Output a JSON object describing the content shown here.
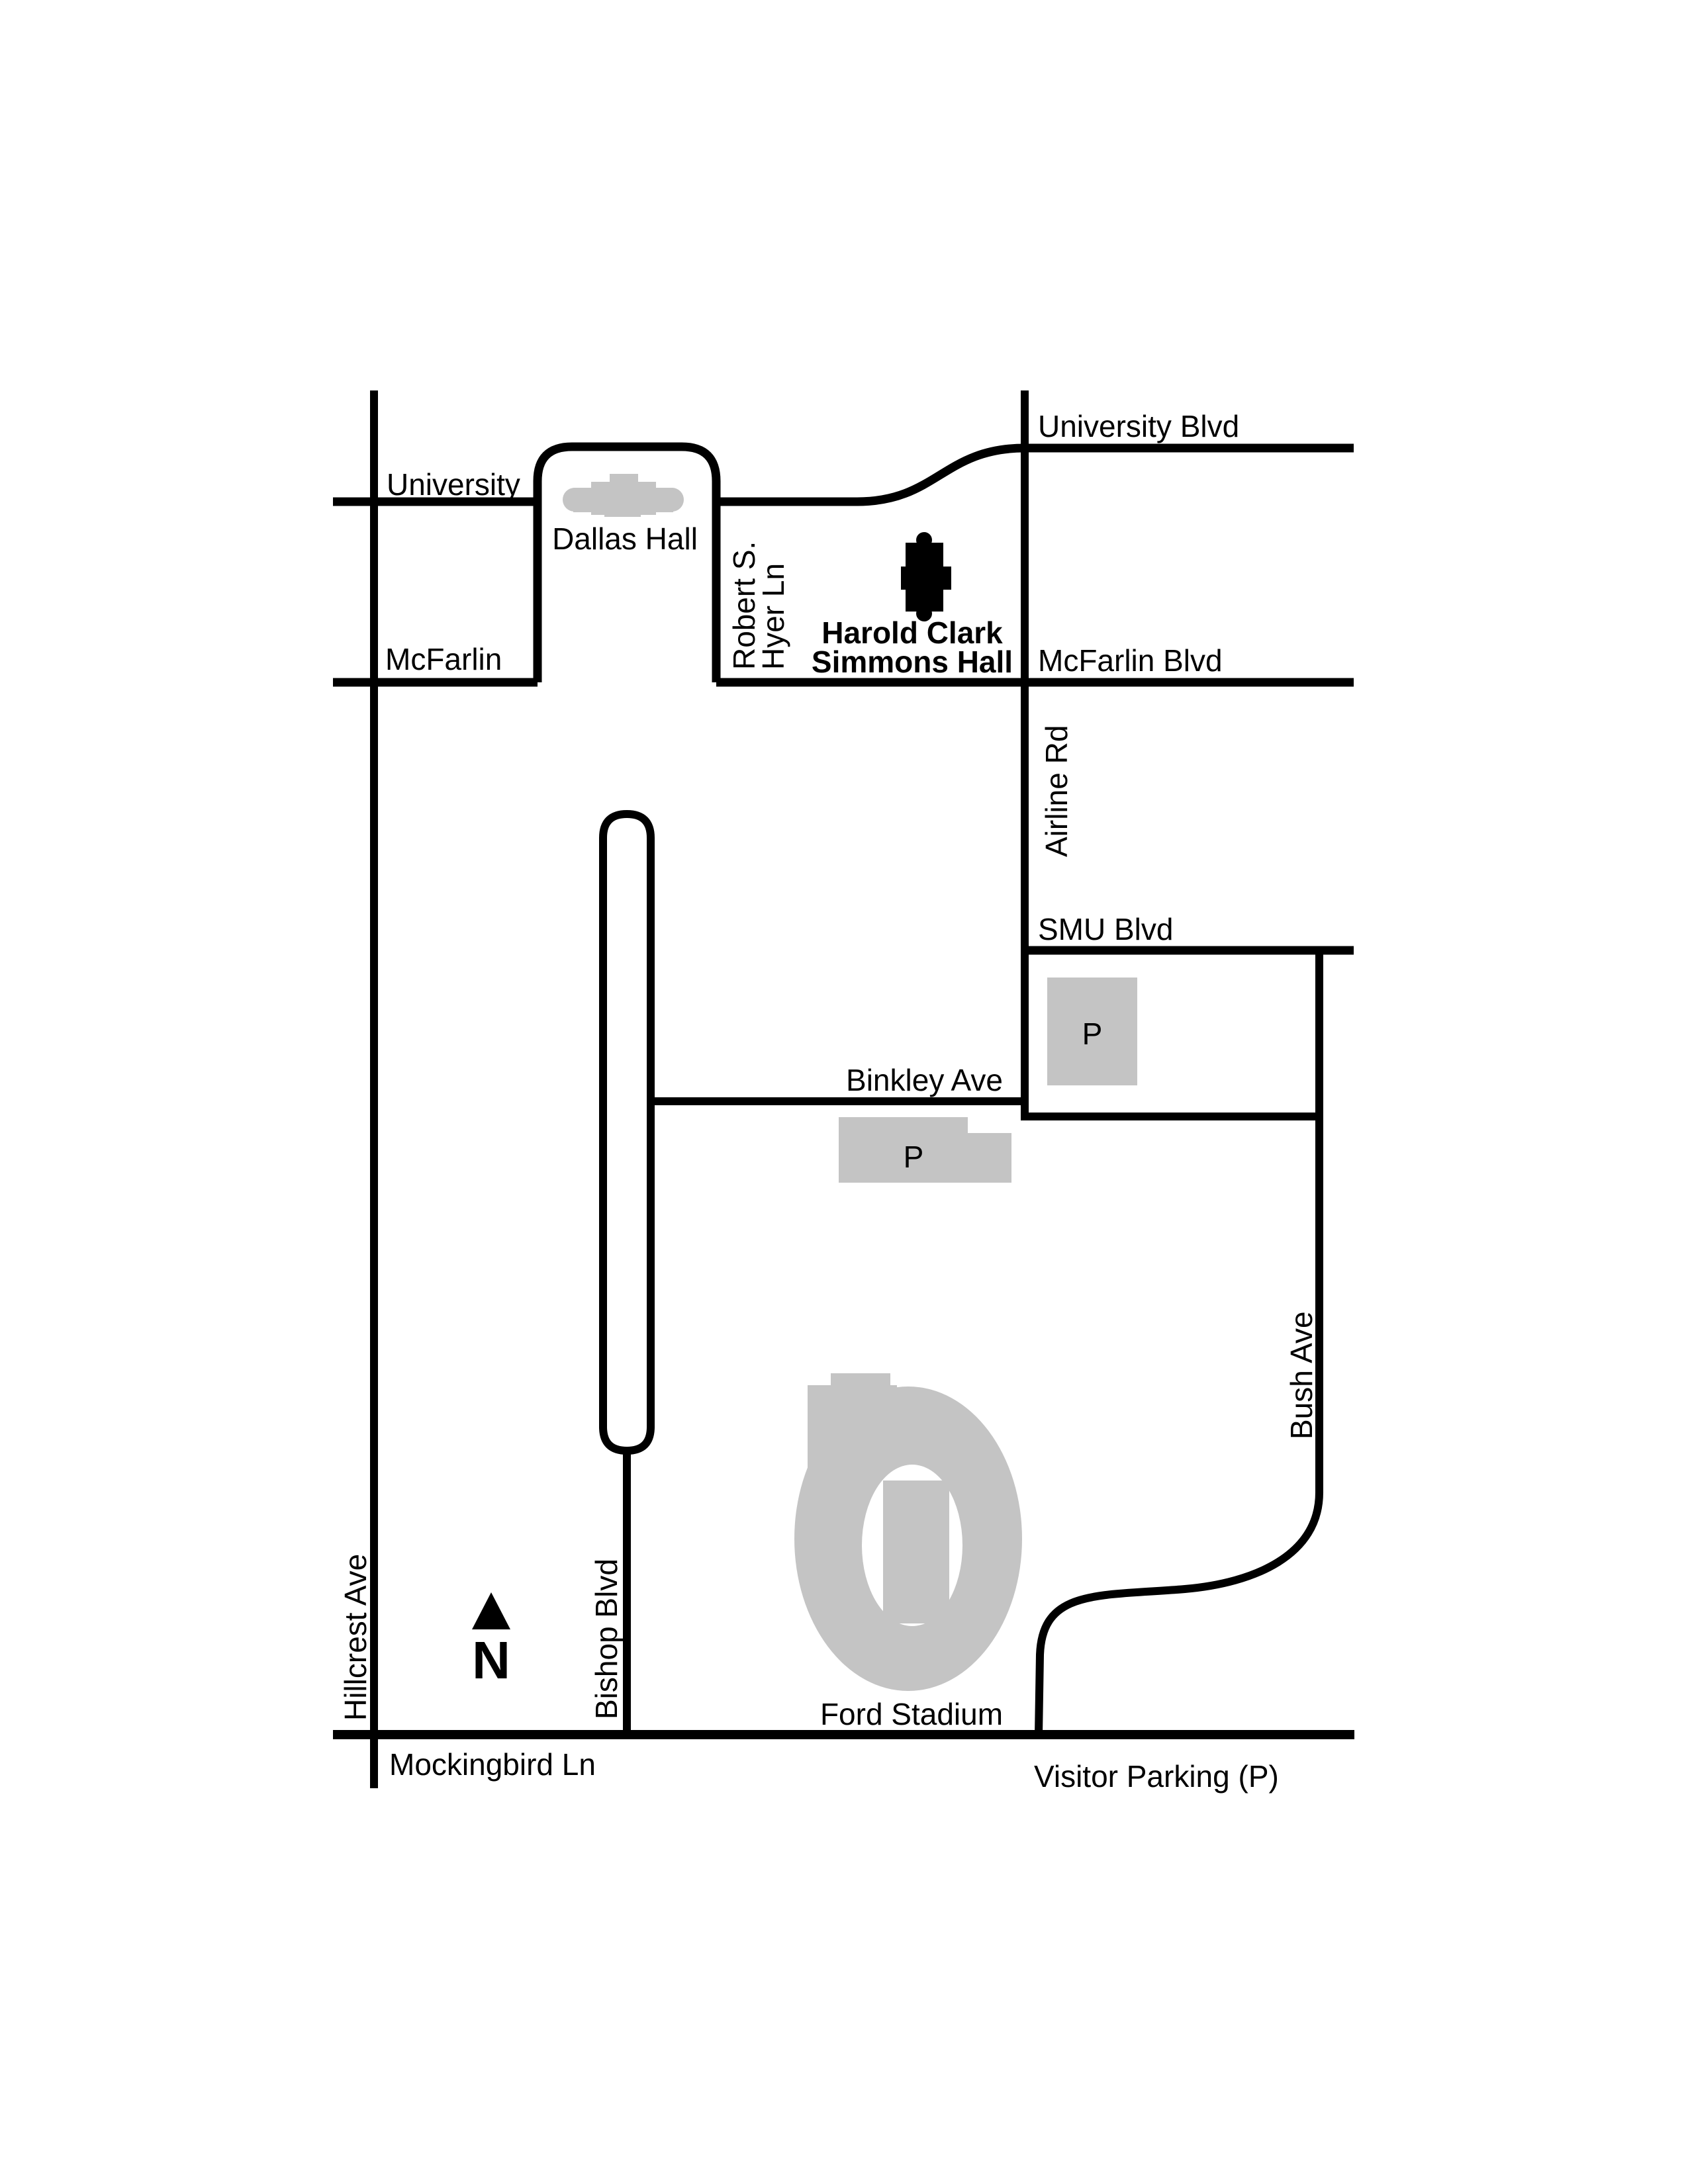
{
  "colors": {
    "background": "#ffffff",
    "road": "#000000",
    "building_gray": "#c4c4c4",
    "highlight_building": "#000000",
    "text": "#000000"
  },
  "map": {
    "streets": {
      "university_blvd": "University Blvd",
      "university": "University",
      "mcfarlin": "McFarlin",
      "mcfarlin_blvd": "McFarlin Blvd",
      "robert_s_hyer_ln_line1": "Robert S.",
      "robert_s_hyer_ln_line2": "Hyer Ln",
      "airline_rd": "Airline Rd",
      "smu_blvd": "SMU Blvd",
      "binkley_ave": "Binkley Ave",
      "bush_ave": "Bush Ave",
      "hillcrest_ave": "Hillcrest Ave",
      "bishop_blvd": "Bishop Blvd",
      "mockingbird_ln": "Mockingbird Ln"
    },
    "buildings": {
      "dallas_hall": "Dallas Hall",
      "simmons_hall_line1": "Harold Clark",
      "simmons_hall_line2": "Simmons Hall",
      "ford_stadium": "Ford Stadium"
    },
    "parking": {
      "lot_smu_label": "P",
      "lot_binkley_label": "P",
      "legend": "Visitor Parking (P)"
    },
    "compass": {
      "north_label": "N"
    }
  }
}
